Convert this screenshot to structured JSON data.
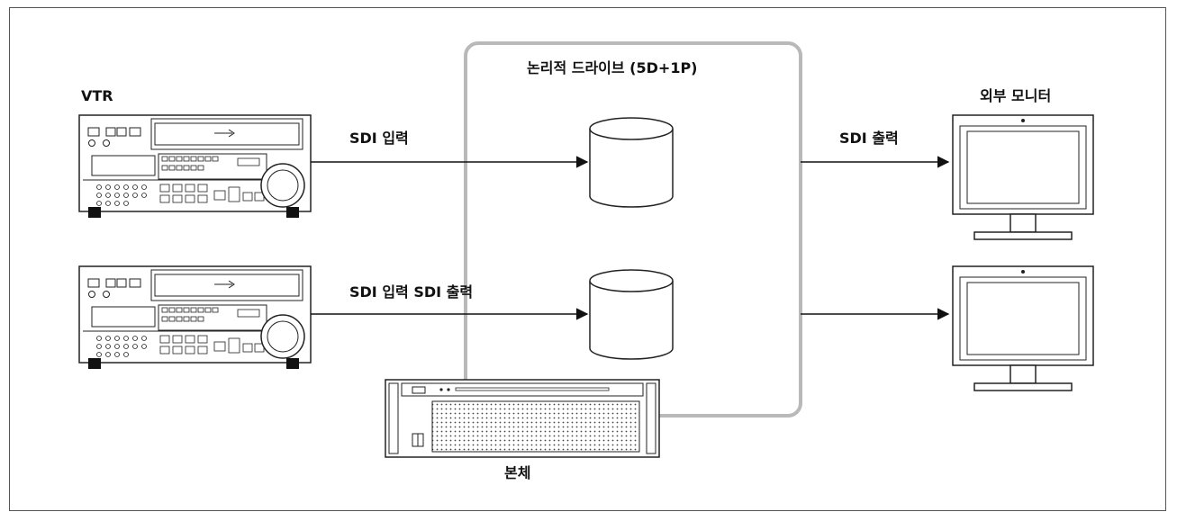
{
  "labels": {
    "vtr": "VTR",
    "logical_drive": "논리적 드라이브 (5D+1P)",
    "external_monitor": "외부 모니터",
    "sdi_input_top": "SDI 입력",
    "sdi_output_top": "SDI 출력",
    "sdi_input_output_bottom": "SDI 입력 SDI 출력",
    "main_unit": "본체"
  }
}
